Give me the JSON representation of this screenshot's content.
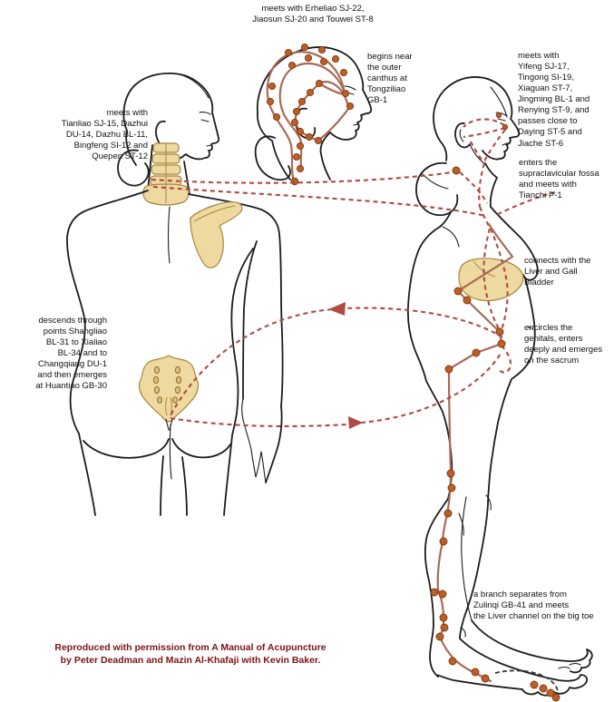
{
  "colors": {
    "outline": "#1c1c1c",
    "meridian": "#a86a56",
    "dashed": "#b04a42",
    "point": "#bc5e26",
    "bone-fill": "#eed9a0",
    "bone-stroke": "#a5873e",
    "credit": "#7e1213"
  },
  "annotations": {
    "head_meets": "meets with Erheliao SJ-22,\nJiaosun SJ-20 and Touwei ST-8",
    "begins": "begins near\nthe outer\ncanthus at\nTongziliao\nGB-1",
    "face_meets": "meets with\nYifeng SJ-17,\nTingong SI-19,\nXiaguan ST-7,\nJingming BL-1 and\nRenying ST-9, and\npasses close to\nDaying ST-5 and\nJiache ST-6",
    "neck_meets": "meets with\nTianliao SJ-15, Dazhui\nDU-14, Dazhu BL-11,\nBingfeng SI-12 and\nQuepen ST-12",
    "fossa": "enters the\nsupraclavicular fossa\nand meets with\nTianchi P-1",
    "liver": "connects with the\nLiver and Gall\nBladder",
    "descends": "descends through\npoints Shangliao\nBL-31 to Xialiao\nBL-34 and to\nChangqiang DU-1\nand then emerges\nat Huantiao GB-30",
    "genitals": "encircles the\ngenitals, enters\ndeeply and emerges\non the sacrum",
    "branch": "a branch separates from\nZulinqi GB-41 and meets\nthe Liver channel on the big toe",
    "credit": "Reproduced with permission from A Manual of Acupuncture\nby Peter Deadman and Mazin Al-Khafaji with Kevin Baker."
  }
}
